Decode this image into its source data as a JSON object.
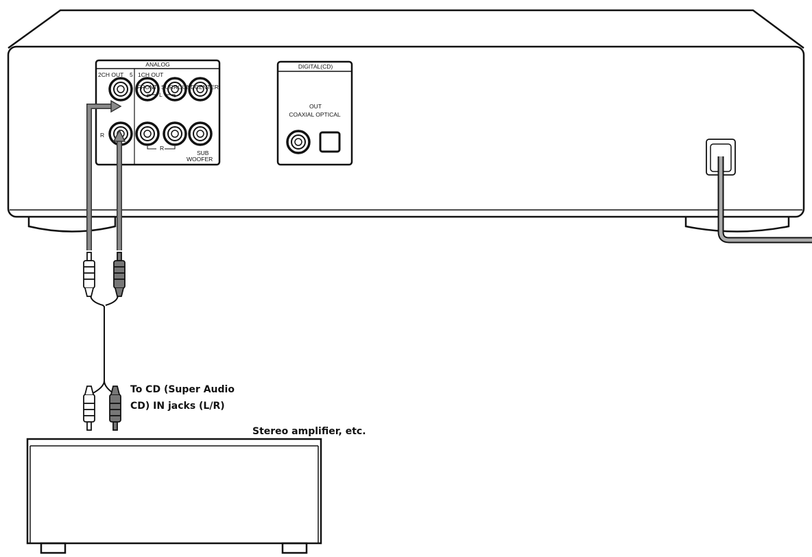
{
  "player": {
    "analog_panel": {
      "title": "ANALOG",
      "out2ch": "2CH OUT",
      "out5ch_partial": "5",
      "out1ch": "1CH OUT",
      "front": "FRONT",
      "surround": "SURROUND",
      "center": "CENTER",
      "l": "L",
      "r_side": "R",
      "r_bracket": "R",
      "sub": "SUB",
      "woofer": "WOOFER"
    },
    "digital_panel": {
      "title": "DIGITAL(CD)",
      "out": "OUT",
      "coaxial_optical": "COAXIAL OPTICAL"
    }
  },
  "labels": {
    "jack_line1": "To CD (Super Audio",
    "jack_line2": "CD) IN jacks (L/R)",
    "amplifier": "Stereo amplifier, etc."
  },
  "colors": {
    "line": "#111111",
    "cable_highlight": "#888888"
  }
}
